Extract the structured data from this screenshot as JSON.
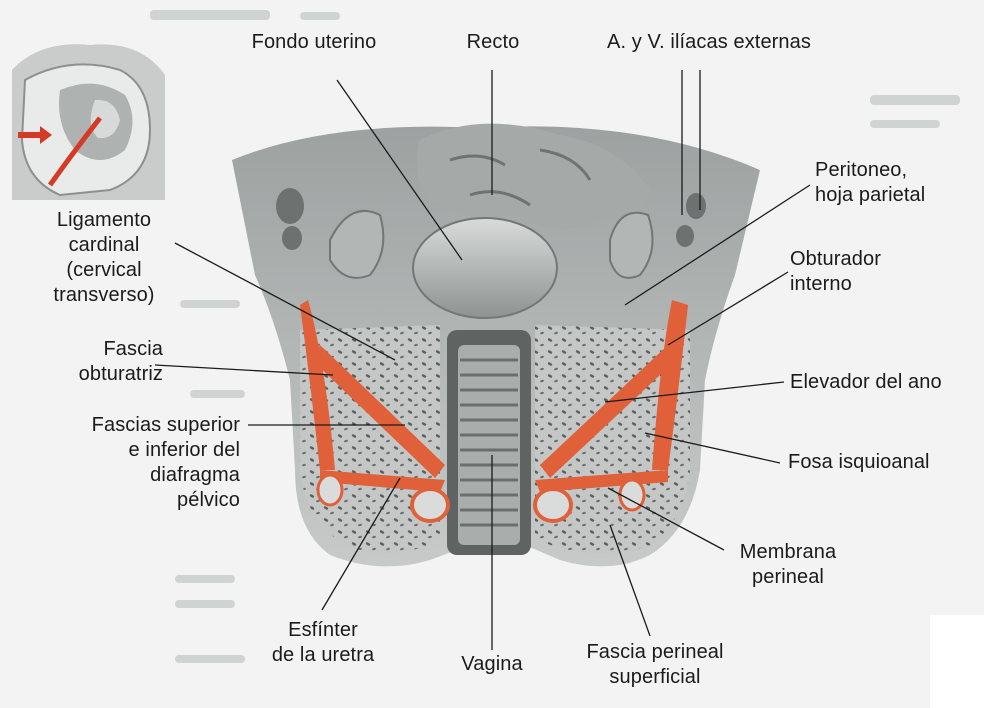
{
  "labels": {
    "fondo_uterino": "Fondo uterino",
    "recto": "Recto",
    "iliacas": "A. y V. ilíacas externas",
    "peritoneo_1": "Peritoneo,",
    "peritoneo_2": "hoja parietal",
    "obturador_1": "Obturador",
    "obturador_2": "interno",
    "elevador": "Elevador del ano",
    "fosa": "Fosa isquioanal",
    "membrana_1": "Membrana",
    "membrana_2": "perineal",
    "fascia_perineal_1": "Fascia perineal",
    "fascia_perineal_2": "superficial",
    "vagina": "Vagina",
    "esfinter_1": "Esfínter",
    "esfinter_2": "de la uretra",
    "fascias_1": "Fascias superior",
    "fascias_2": "e inferior del",
    "fascias_3": "diafragma",
    "fascias_4": "pélvico",
    "fascia_obt_1": "Fascia",
    "fascia_obt_2": "obturatriz",
    "ligamento_1": "Ligamento",
    "ligamento_2": "cardinal",
    "ligamento_3": "(cervical",
    "ligamento_4": "transverso)"
  },
  "colors": {
    "muscle": "#e0603a",
    "tissue": "#b9bcbb",
    "tissue_dark": "#7f8483",
    "background": "#f2f3f2"
  }
}
